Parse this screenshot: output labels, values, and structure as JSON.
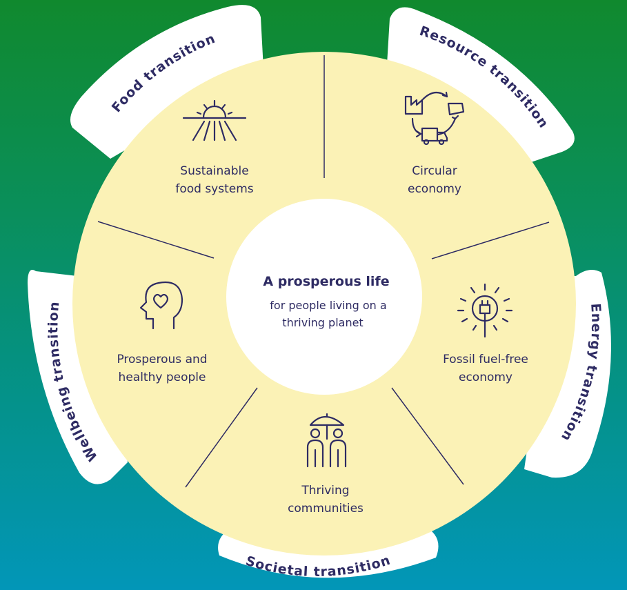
{
  "center": {
    "title": "A prosperous life",
    "subtitle_line1": "for people living on a",
    "subtitle_line2": "thriving planet"
  },
  "transitions": {
    "food": "Food transition",
    "resource": "Resource transition",
    "energy": "Energy transition",
    "societal": "Societal transition",
    "wellbeing": "Wellbeing transition"
  },
  "segments": {
    "food_systems": {
      "line1": "Sustainable",
      "line2": "food systems",
      "icon": "sun-over-field-icon"
    },
    "circular": {
      "line1": "Circular",
      "line2": "economy",
      "icon": "recycle-factory-truck-icon"
    },
    "fossil_free": {
      "line1": "Fossil fuel-free",
      "line2": "economy",
      "icon": "plug-sun-icon"
    },
    "communities": {
      "line1": "Thriving",
      "line2": "communities",
      "icon": "people-umbrella-icon"
    },
    "people": {
      "line1": "Prosperous and",
      "line2": "healthy people",
      "icon": "head-heart-icon"
    }
  },
  "colors": {
    "gradient_top": "#10892e",
    "gradient_bottom": "#0296b8",
    "wheel": "#fbf2b6",
    "ink": "#2e2b63",
    "tab": "#ffffff"
  }
}
